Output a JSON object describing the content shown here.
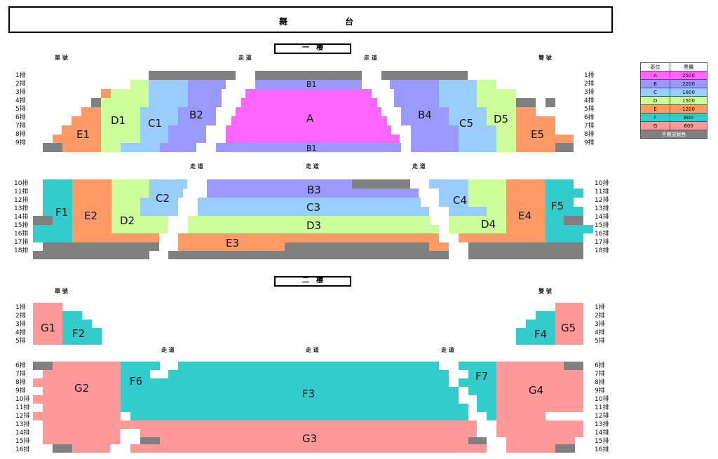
{
  "stage": {
    "left": "舞",
    "right": "台"
  },
  "floors": {
    "first": "一　樓",
    "second": "二　樓"
  },
  "labels": {
    "odd": "單 號",
    "even": "雙 號",
    "aisle": "走 道"
  },
  "rows_first_upper": [
    "1排",
    "2排",
    "3排",
    "4排",
    "5排",
    "6排",
    "7排",
    "8排",
    "9排"
  ],
  "rows_first_lower": [
    "10排",
    "11排",
    "12排",
    "13排",
    "14排",
    "15排",
    "16排",
    "17排",
    "18排"
  ],
  "rows_second_upper": [
    "1排",
    "2排",
    "3排",
    "4排",
    "5排"
  ],
  "rows_second_lower": [
    "6排",
    "7排",
    "8排",
    "9排",
    "10排",
    "11排",
    "12排",
    "13排",
    "14排",
    "15排",
    "16排"
  ],
  "sections": {
    "E1": "E1",
    "D1": "D1",
    "C1": "C1",
    "B2": "B2",
    "A": "A",
    "B1": "B1",
    "B4": "B4",
    "C5": "C5",
    "D5": "D5",
    "E5": "E5",
    "F1": "F1",
    "E2": "E2",
    "D2": "D2",
    "C2": "C2",
    "B3": "B3",
    "C3": "C3",
    "D3": "D3",
    "E3": "E3",
    "C4": "C4",
    "D4": "D4",
    "E4": "E4",
    "F5": "F5",
    "G1": "G1",
    "F2": "F2",
    "F4": "F4",
    "G5": "G5",
    "G2": "G2",
    "F6": "F6",
    "F3": "F3",
    "F7": "F7",
    "G4": "G4",
    "G3": "G3"
  },
  "legend": {
    "header": {
      "zone": "區位",
      "price": "票價"
    },
    "rows": [
      {
        "zone": "A",
        "price": "2500",
        "color": "#ff66ff"
      },
      {
        "zone": "B",
        "price": "2200",
        "color": "#9999ff"
      },
      {
        "zone": "C",
        "price": "1800",
        "color": "#99ccff"
      },
      {
        "zone": "D",
        "price": "1500",
        "color": "#ccff99"
      },
      {
        "zone": "E",
        "price": "1200",
        "color": "#ff9966"
      },
      {
        "zone": "F",
        "price": "800",
        "color": "#33cccc"
      },
      {
        "zone": "G",
        "price": "600",
        "color": "#ff9999"
      }
    ],
    "closed": "不開放販售",
    "closed_color": "#808080"
  }
}
